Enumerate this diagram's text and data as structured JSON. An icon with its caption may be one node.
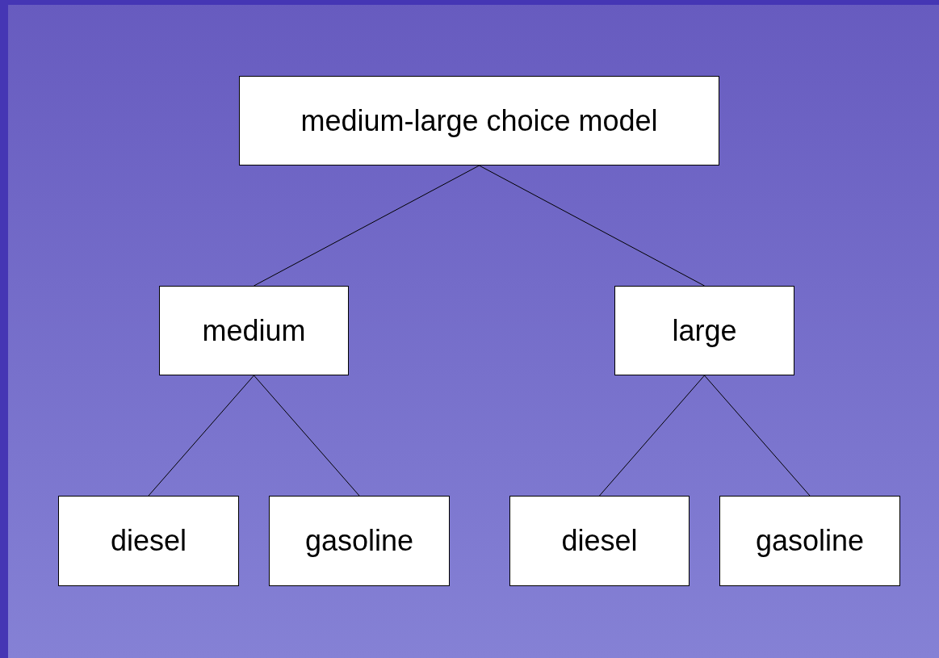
{
  "diagram": {
    "nodes": [
      {
        "text": [
          "medium-large choice model"
        ]
      },
      {
        "text": [
          "medium"
        ]
      },
      {
        "text": [
          "large"
        ]
      },
      {
        "text": [
          "diesel"
        ]
      },
      {
        "text": [
          "gasoline"
        ]
      },
      {
        "text": [
          "diesel"
        ]
      },
      {
        "text": [
          "gasoline"
        ]
      }
    ],
    "edges": [
      {
        "from": 0,
        "to": 1,
        "arrow": "none"
      },
      {
        "from": 0,
        "to": 2,
        "arrow": "none"
      },
      {
        "from": 1,
        "to": 3,
        "arrow": "none"
      },
      {
        "from": 1,
        "to": 4,
        "arrow": "none"
      },
      {
        "from": 2,
        "to": 5,
        "arrow": "none"
      },
      {
        "from": 2,
        "to": 6,
        "arrow": "none"
      }
    ]
  }
}
